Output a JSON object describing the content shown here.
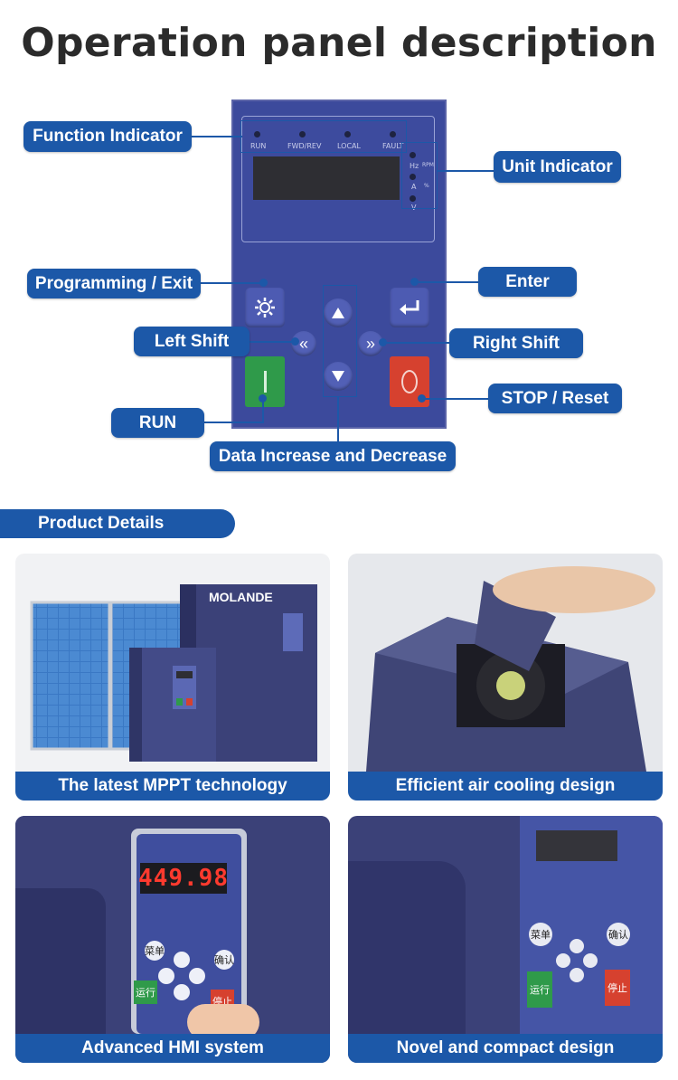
{
  "title": "Operation panel description",
  "panel": {
    "indicators": [
      "RUN",
      "FWD/REV",
      "LOCAL",
      "FAULT"
    ],
    "units": [
      "Hz",
      "A",
      "V",
      "RPM",
      "%"
    ]
  },
  "callouts": {
    "function_indicator": "Function Indicator",
    "unit_indicator": "Unit Indicator",
    "programming_exit": "Programming / Exit",
    "enter": "Enter",
    "left_shift": "Left Shift",
    "right_shift": "Right Shift",
    "stop_reset": "STOP / Reset",
    "run": "RUN",
    "data_inc_dec": "Data Increase and Decrease"
  },
  "section_title": "Product Details",
  "tiles": [
    {
      "caption": "The latest MPPT technology",
      "brand": "MOLANDE"
    },
    {
      "caption": "Efficient air cooling design"
    },
    {
      "caption": "Advanced HMI system",
      "display": "449.98",
      "keys": [
        "菜单",
        "确认",
        "运行",
        "停止"
      ]
    },
    {
      "caption": "Novel and compact design",
      "keys": [
        "菜单",
        "确认",
        "运行",
        "停止"
      ]
    }
  ],
  "colors": {
    "accent": "#1c58a8",
    "panel": "#3c4a9c",
    "run_key": "#2f9a4a",
    "stop_key": "#d6412f"
  }
}
